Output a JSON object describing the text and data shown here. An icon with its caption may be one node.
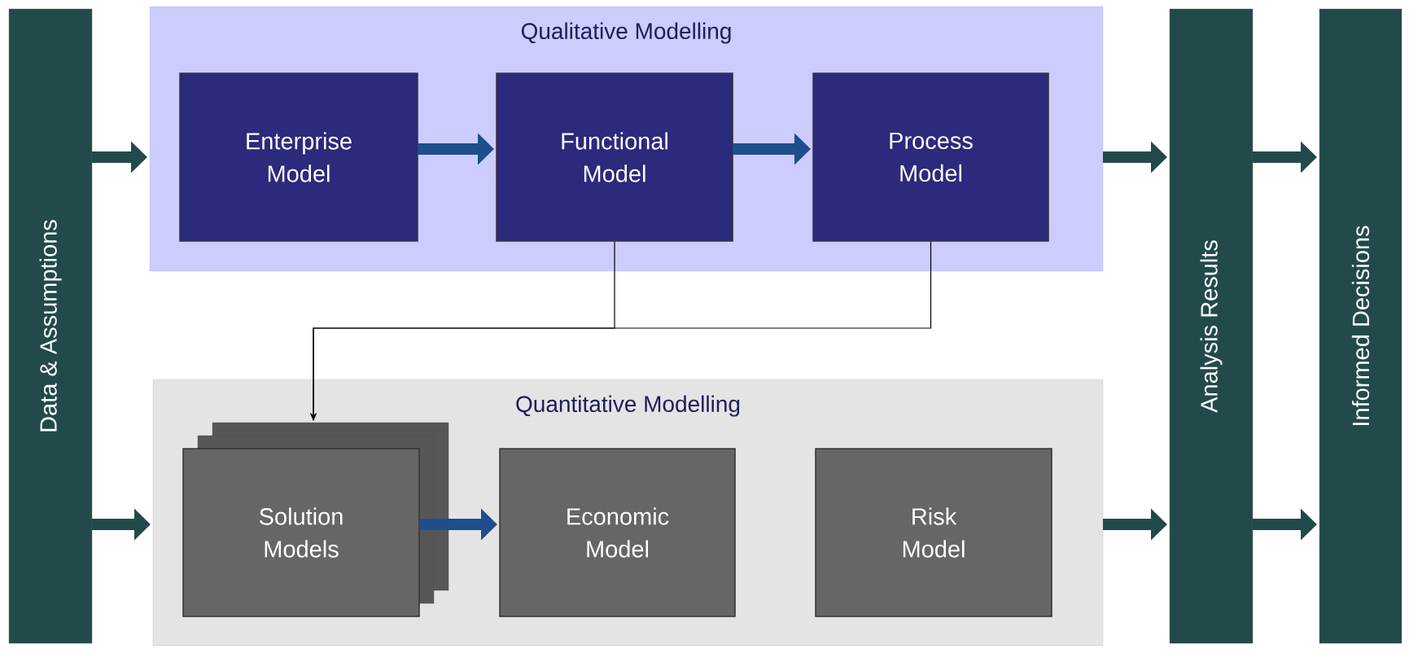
{
  "diagram": {
    "nodes": [
      {
        "text": [
          "Data & Assumptions"
        ]
      },
      {
        "text": [
          "Qualitative Modelling"
        ]
      },
      {
        "text": [
          "Enterprise Model"
        ],
        "in": 1
      },
      {
        "text": [
          "Functional Model"
        ],
        "in": 1
      },
      {
        "text": [
          "Process Model"
        ],
        "in": 1
      },
      {
        "text": [
          "Quantitative Modelling"
        ]
      },
      {
        "text": [
          "Solution Models"
        ],
        "in": 5
      },
      {
        "text": [
          "Economic Model"
        ],
        "in": 5
      },
      {
        "text": [
          "Risk Model"
        ],
        "in": 5
      },
      {
        "text": [
          "Analysis Results"
        ]
      },
      {
        "text": [
          "Informed Decisions"
        ]
      }
    ],
    "edges": [
      {
        "from": 0,
        "to": 1,
        "arrow": "to"
      },
      {
        "from": 0,
        "to": 5,
        "arrow": "to"
      },
      {
        "from": 2,
        "to": 3,
        "arrow": "to",
        "color": "#1f4e8c"
      },
      {
        "from": 3,
        "to": 4,
        "arrow": "to",
        "color": "#1f4e8c"
      },
      {
        "from": 3,
        "to": 6,
        "arrow": "to",
        "color": "#000000"
      },
      {
        "from": 4,
        "to": 6,
        "arrow": "to",
        "color": "#000000"
      },
      {
        "from": 6,
        "to": 7,
        "arrow": "to",
        "color": "#1f4e8c"
      },
      {
        "from": 1,
        "to": 9,
        "arrow": "to"
      },
      {
        "from": 5,
        "to": 9,
        "arrow": "to"
      },
      {
        "from": 9,
        "to": 10,
        "arrow": "to"
      },
      {
        "from": 9,
        "to": 10,
        "arrow": "to"
      }
    ]
  }
}
